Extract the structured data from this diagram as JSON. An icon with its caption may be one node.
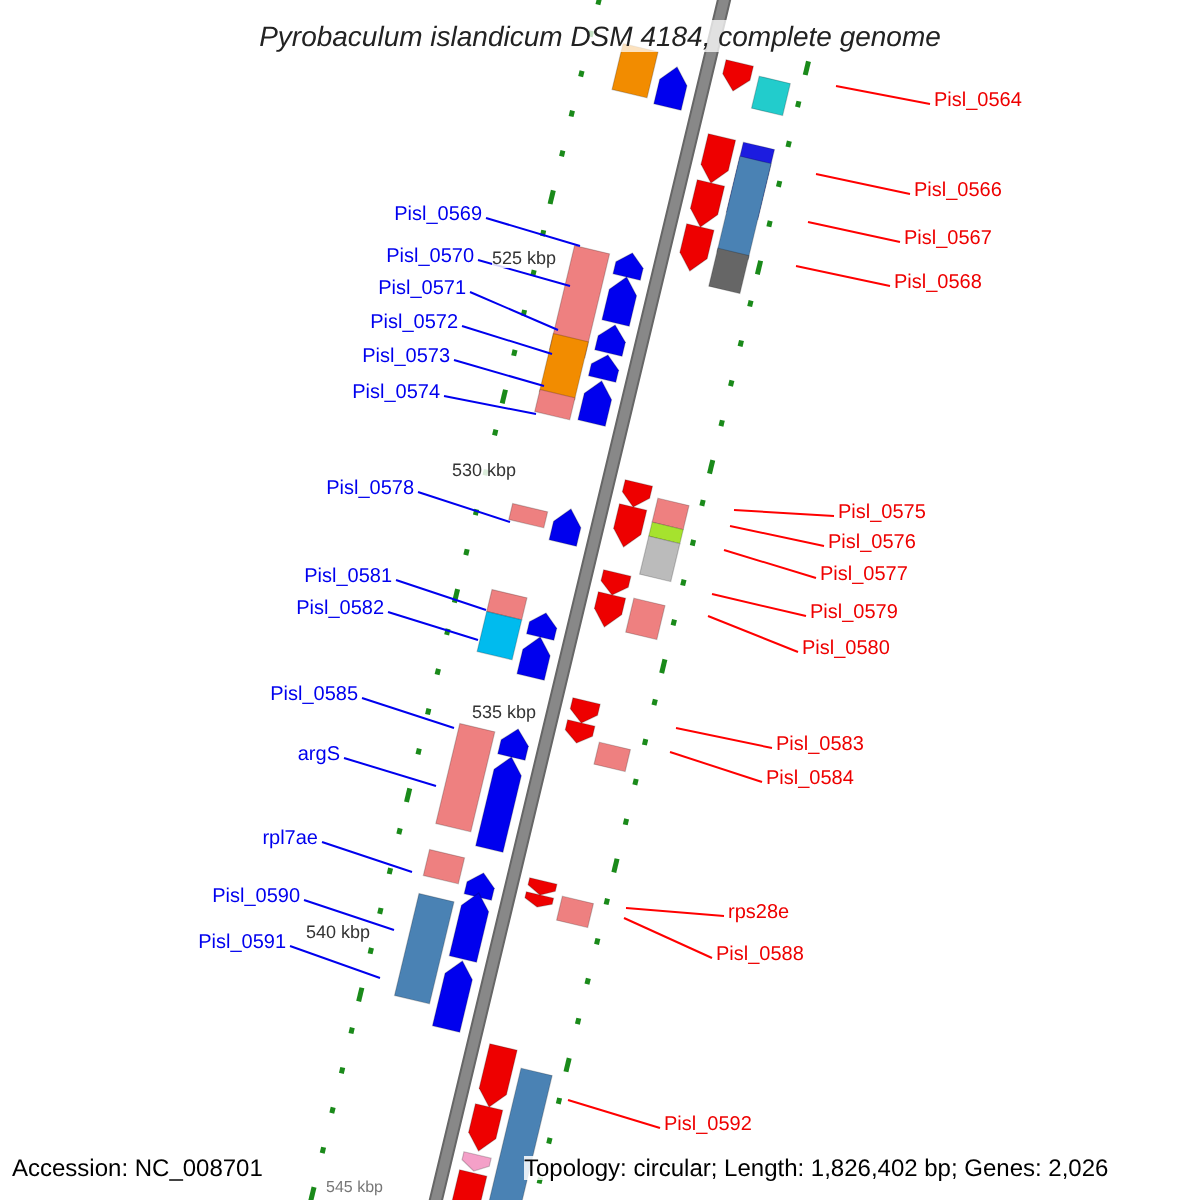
{
  "diagram": {
    "title": "Pyrobaculum islandicum DSM 4184, complete genome",
    "nodes": [
      {
        "text": [
          "Pisl_0569"
        ]
      },
      {
        "text": [
          "Pisl_0570"
        ]
      },
      {
        "text": [
          "Pisl_0571"
        ]
      },
      {
        "text": [
          "Pisl_0572"
        ]
      },
      {
        "text": [
          "Pisl_0573"
        ]
      },
      {
        "text": [
          "Pisl_0574"
        ]
      },
      {
        "text": [
          "Pisl_0578"
        ]
      },
      {
        "text": [
          "Pisl_0581"
        ]
      },
      {
        "text": [
          "Pisl_0582"
        ]
      },
      {
        "text": [
          "Pisl_0585"
        ]
      },
      {
        "text": [
          "argS"
        ]
      },
      {
        "text": [
          "rpl7ae"
        ]
      },
      {
        "text": [
          "Pisl_0590"
        ]
      },
      {
        "text": [
          "Pisl_0591"
        ]
      },
      {
        "text": [
          "Pisl_0564"
        ]
      },
      {
        "text": [
          "Pisl_0566"
        ]
      },
      {
        "text": [
          "Pisl_0567"
        ]
      },
      {
        "text": [
          "Pisl_0568"
        ]
      },
      {
        "text": [
          "Pisl_0575"
        ]
      },
      {
        "text": [
          "Pisl_0576"
        ]
      },
      {
        "text": [
          "Pisl_0577"
        ]
      },
      {
        "text": [
          "Pisl_0579"
        ]
      },
      {
        "text": [
          "Pisl_0580"
        ]
      },
      {
        "text": [
          "Pisl_0583"
        ]
      },
      {
        "text": [
          "Pisl_0584"
        ]
      },
      {
        "text": [
          "rps28e"
        ]
      },
      {
        "text": [
          "Pisl_0588"
        ]
      },
      {
        "text": [
          "Pisl_0592"
        ]
      }
    ],
    "edges": [
      {
        "from": 0,
        "to": null,
        "arrow": "none"
      },
      {
        "from": 1,
        "to": null,
        "arrow": "none"
      },
      {
        "from": 2,
        "to": null,
        "arrow": "none"
      },
      {
        "from": 3,
        "to": null,
        "arrow": "none"
      },
      {
        "from": 4,
        "to": null,
        "arrow": "none"
      },
      {
        "from": 5,
        "to": null,
        "arrow": "none"
      },
      {
        "from": 6,
        "to": null,
        "arrow": "none"
      },
      {
        "from": 7,
        "to": null,
        "arrow": "none"
      },
      {
        "from": 8,
        "to": null,
        "arrow": "none"
      },
      {
        "from": 9,
        "to": null,
        "arrow": "none"
      },
      {
        "from": 10,
        "to": null,
        "arrow": "none"
      },
      {
        "from": 11,
        "to": null,
        "arrow": "none"
      },
      {
        "from": 12,
        "to": null,
        "arrow": "none"
      },
      {
        "from": 13,
        "to": null,
        "arrow": "none"
      },
      {
        "from": 14,
        "to": null,
        "arrow": "none",
        "color": "#ff0000"
      },
      {
        "from": 15,
        "to": null,
        "arrow": "none",
        "color": "#ff0000"
      },
      {
        "from": 16,
        "to": null,
        "arrow": "none",
        "color": "#ff0000"
      },
      {
        "from": 17,
        "to": null,
        "arrow": "none",
        "color": "#ff0000"
      },
      {
        "from": 18,
        "to": null,
        "arrow": "none",
        "color": "#ff0000"
      },
      {
        "from": 19,
        "to": null,
        "arrow": "none",
        "color": "#ff0000"
      },
      {
        "from": 20,
        "to": null,
        "arrow": "none",
        "color": "#ff0000"
      },
      {
        "from": 21,
        "to": null,
        "arrow": "none",
        "color": "#ff0000"
      },
      {
        "from": 22,
        "to": null,
        "arrow": "none",
        "color": "#ff0000"
      },
      {
        "from": 23,
        "to": null,
        "arrow": "none",
        "color": "#ff0000"
      },
      {
        "from": 24,
        "to": null,
        "arrow": "none",
        "color": "#ff0000"
      },
      {
        "from": 25,
        "to": null,
        "arrow": "none",
        "color": "#ff0000"
      },
      {
        "from": 26,
        "to": null,
        "arrow": "none",
        "color": "#ff0000"
      },
      {
        "from": 27,
        "to": null,
        "arrow": "none",
        "color": "#ff0000"
      }
    ],
    "labels": [
      "525 kbp",
      "530 kbp",
      "535 kbp",
      "540 kbp",
      "545 kbp",
      "Accession: NC_008701",
      "Topology: circular; Length: 1,826,402 bp; Genes: 2,026"
    ]
  }
}
